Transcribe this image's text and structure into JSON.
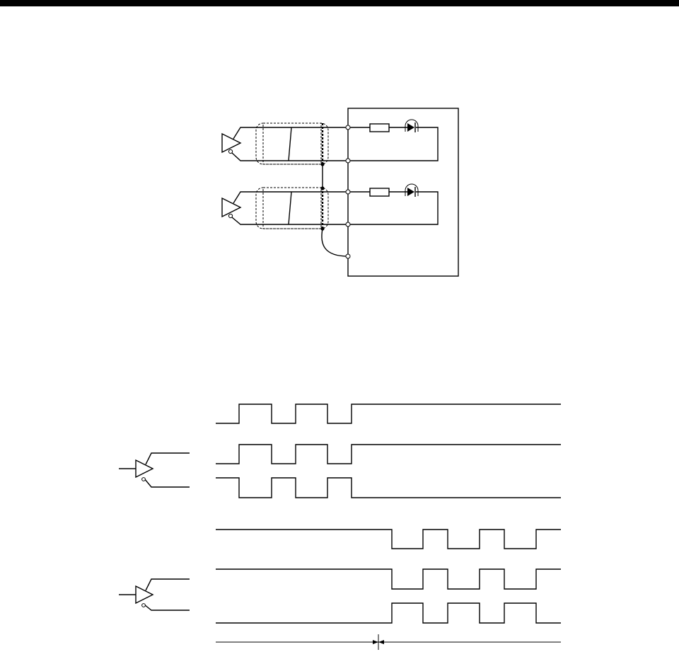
{
  "colors": {
    "line": "#000000",
    "background": "#ffffff"
  },
  "circuit": {
    "channels": 2,
    "receiver_box": "rectangle",
    "shielded_pairs": 2
  },
  "timing": {
    "upper_group": {
      "input": [
        0,
        0,
        1,
        1,
        0,
        0,
        1,
        1,
        0,
        0,
        1,
        1,
        1,
        1,
        1,
        1,
        1,
        1,
        1,
        1,
        1,
        1,
        1,
        1,
        1,
        1,
        1,
        1,
        1,
        1
      ],
      "out_pos": [
        0,
        0,
        1,
        1,
        0,
        0,
        1,
        1,
        0,
        0,
        1,
        1,
        1,
        1,
        1,
        1,
        1,
        1,
        1,
        1,
        1,
        1,
        1,
        1,
        1,
        1,
        1,
        1,
        1,
        1
      ],
      "out_neg": [
        1,
        1,
        0,
        0,
        1,
        1,
        0,
        0,
        1,
        1,
        0,
        0,
        0,
        0,
        0,
        0,
        0,
        0,
        0,
        0,
        0,
        0,
        0,
        0,
        0,
        0,
        0,
        0,
        0,
        0
      ]
    },
    "lower_group": {
      "input": [
        1,
        1,
        1,
        1,
        1,
        1,
        1,
        1,
        1,
        1,
        1,
        1,
        1,
        1,
        1,
        1,
        0,
        0,
        1,
        1,
        0,
        0,
        1,
        1,
        0,
        0,
        1,
        1
      ],
      "out_pos": [
        1,
        1,
        1,
        1,
        1,
        1,
        1,
        1,
        1,
        1,
        1,
        1,
        1,
        1,
        1,
        1,
        0,
        0,
        1,
        1,
        0,
        0,
        1,
        1,
        0,
        0,
        1,
        1
      ],
      "out_neg": [
        0,
        0,
        0,
        0,
        0,
        0,
        0,
        0,
        0,
        0,
        0,
        0,
        0,
        0,
        0,
        0,
        1,
        1,
        0,
        0,
        1,
        1,
        0,
        0,
        1,
        1,
        0,
        0
      ]
    }
  }
}
